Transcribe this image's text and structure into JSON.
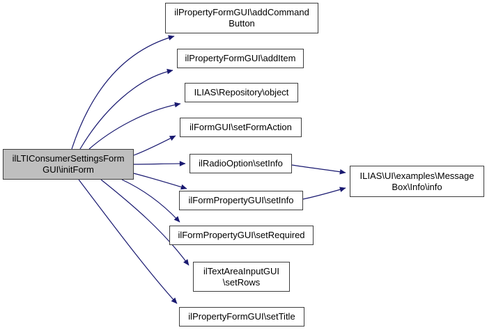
{
  "diagram": {
    "kind": "call-graph",
    "colors": {
      "edge": "#191970",
      "node_border": "#3d3d3d",
      "node_fill": "#ffffff",
      "main_node_fill": "#bfbfbf",
      "text": "#000000",
      "background": "#ffffff"
    },
    "nodes": {
      "initForm": {
        "label": "ilLTIConsumerSettingsForm\nGUI\\initForm",
        "main": true
      },
      "addCommandButton": {
        "label": "ilPropertyFormGUI\\addCommand\nButton"
      },
      "addItem": {
        "label": "ilPropertyFormGUI\\addItem"
      },
      "repositoryObject": {
        "label": "ILIAS\\Repository\\object"
      },
      "setFormAction": {
        "label": "ilFormGUI\\setFormAction"
      },
      "radioOptionSetInfo": {
        "label": "ilRadioOption\\setInfo"
      },
      "formPropertySetInfo": {
        "label": "ilFormPropertyGUI\\setInfo"
      },
      "setRequired": {
        "label": "ilFormPropertyGUI\\setRequired"
      },
      "setRows": {
        "label": "ilTextAreaInputGUI\n\\setRows"
      },
      "setTitle": {
        "label": "ilPropertyFormGUI\\setTitle"
      },
      "messageBoxInfo": {
        "label": "ILIAS\\UI\\examples\\Message\nBox\\Info\\info"
      }
    },
    "edges": [
      {
        "from": "initForm",
        "to": "addCommandButton"
      },
      {
        "from": "initForm",
        "to": "addItem"
      },
      {
        "from": "initForm",
        "to": "repositoryObject"
      },
      {
        "from": "initForm",
        "to": "setFormAction"
      },
      {
        "from": "initForm",
        "to": "radioOptionSetInfo"
      },
      {
        "from": "initForm",
        "to": "formPropertySetInfo"
      },
      {
        "from": "initForm",
        "to": "setRequired"
      },
      {
        "from": "initForm",
        "to": "setRows"
      },
      {
        "from": "initForm",
        "to": "setTitle"
      },
      {
        "from": "radioOptionSetInfo",
        "to": "messageBoxInfo"
      },
      {
        "from": "formPropertySetInfo",
        "to": "messageBoxInfo"
      }
    ]
  }
}
